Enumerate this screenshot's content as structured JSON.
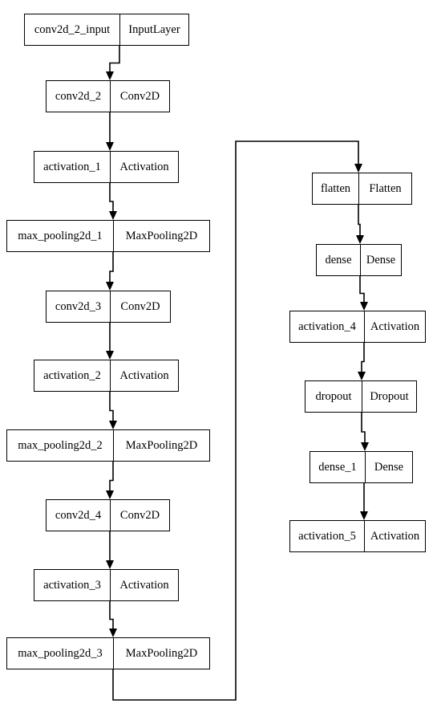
{
  "diagram": {
    "nodes": [
      {
        "name": "conv2d_2_input",
        "type": "InputLayer"
      },
      {
        "name": "conv2d_2",
        "type": "Conv2D"
      },
      {
        "name": "activation_1",
        "type": "Activation"
      },
      {
        "name": "max_pooling2d_1",
        "type": "MaxPooling2D"
      },
      {
        "name": "conv2d_3",
        "type": "Conv2D"
      },
      {
        "name": "activation_2",
        "type": "Activation"
      },
      {
        "name": "max_pooling2d_2",
        "type": "MaxPooling2D"
      },
      {
        "name": "conv2d_4",
        "type": "Conv2D"
      },
      {
        "name": "activation_3",
        "type": "Activation"
      },
      {
        "name": "max_pooling2d_3",
        "type": "MaxPooling2D"
      },
      {
        "name": "flatten",
        "type": "Flatten"
      },
      {
        "name": "dense",
        "type": "Dense"
      },
      {
        "name": "activation_4",
        "type": "Activation"
      },
      {
        "name": "dropout",
        "type": "Dropout"
      },
      {
        "name": "dense_1",
        "type": "Dense"
      },
      {
        "name": "activation_5",
        "type": "Activation"
      }
    ],
    "edges": [
      [
        0,
        1
      ],
      [
        1,
        2
      ],
      [
        2,
        3
      ],
      [
        3,
        4
      ],
      [
        4,
        5
      ],
      [
        5,
        6
      ],
      [
        6,
        7
      ],
      [
        7,
        8
      ],
      [
        8,
        9
      ],
      [
        9,
        10
      ],
      [
        10,
        11
      ],
      [
        11,
        12
      ],
      [
        12,
        13
      ],
      [
        13,
        14
      ],
      [
        14,
        15
      ]
    ],
    "line_color": "#000000",
    "box_border_color": "#000000"
  }
}
